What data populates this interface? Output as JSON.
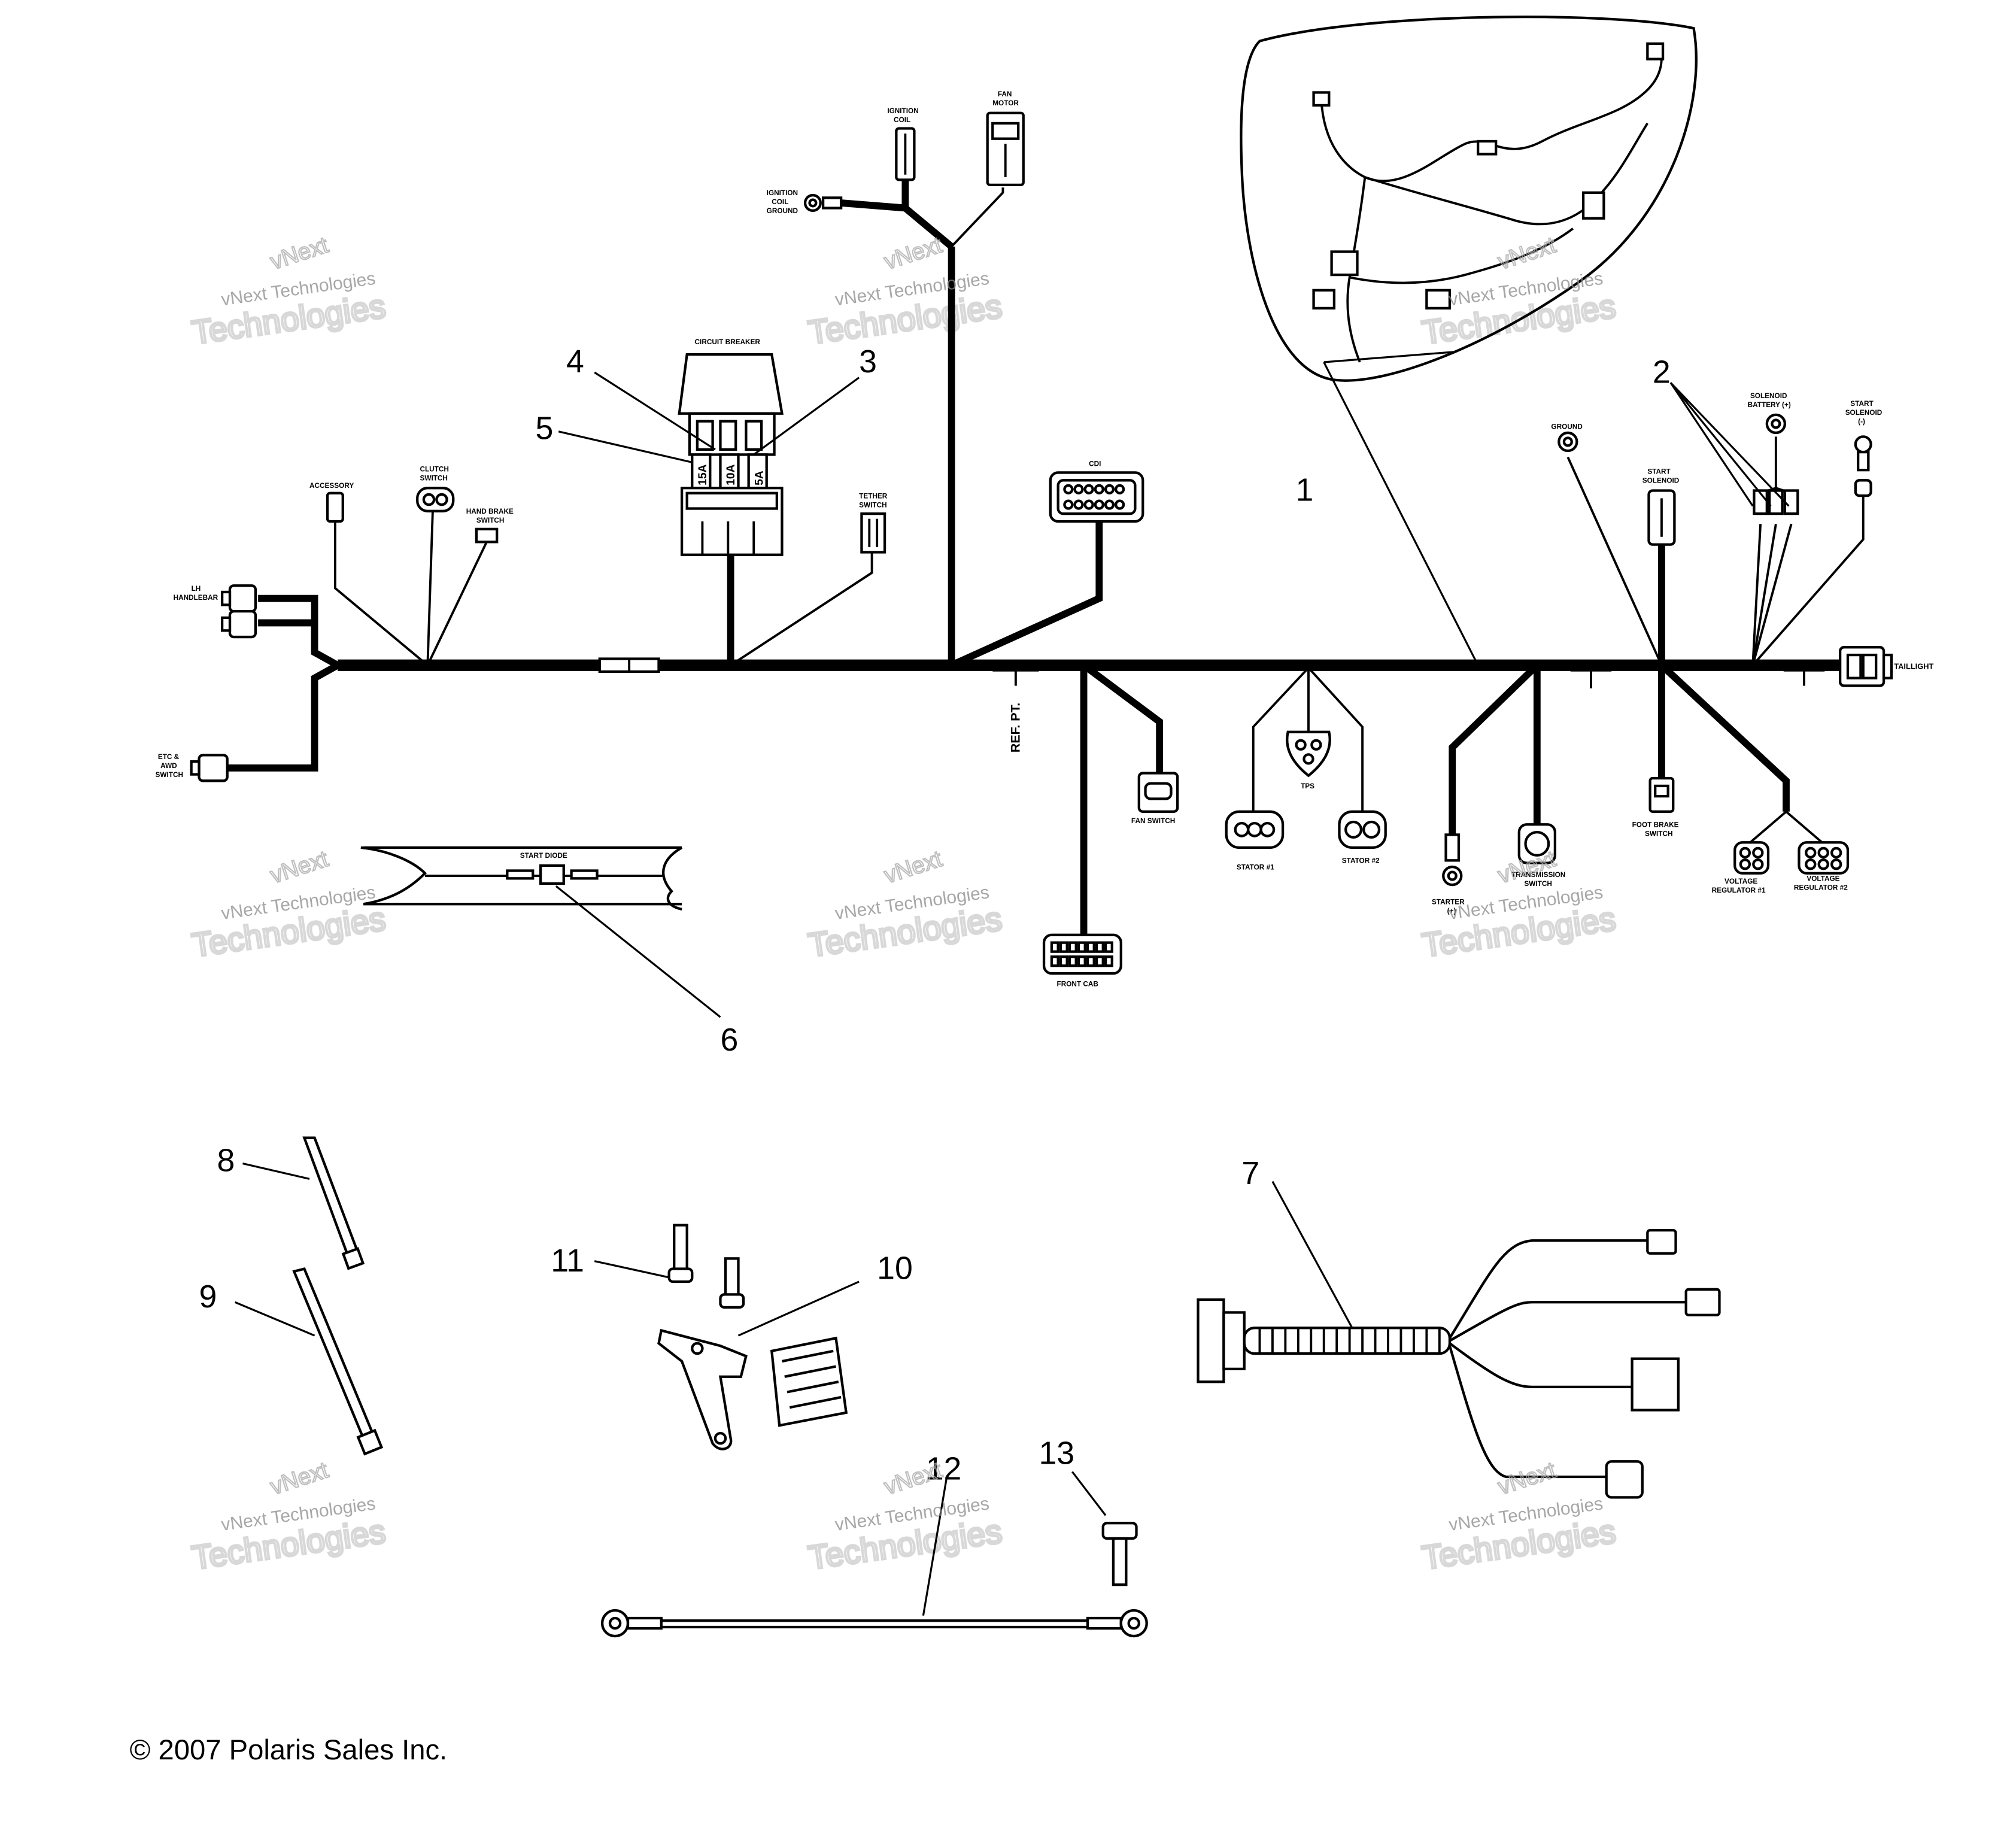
{
  "callouts": {
    "c1": "1",
    "c2": "2",
    "c3": "3",
    "c4": "4",
    "c5": "5",
    "c6": "6",
    "c7": "7",
    "c8": "8",
    "c9": "9",
    "c10": "10",
    "c11": "11",
    "c12": "12",
    "c13": "13"
  },
  "connector_labels": {
    "ignition_coil": [
      "IGNITION",
      "COIL"
    ],
    "fan_motor": [
      "FAN",
      "MOTOR"
    ],
    "ignition_coil_ground": [
      "IGNITION",
      "COIL",
      "GROUND"
    ],
    "circuit_breaker": "CIRCUIT BREAKER",
    "tether_switch": [
      "TETHER",
      "SWITCH"
    ],
    "accessory": "ACCESSORY",
    "clutch_switch": [
      "CLUTCH",
      "SWITCH"
    ],
    "hand_brake_switch": [
      "HAND BRAKE",
      "SWITCH"
    ],
    "lh_handlebar": [
      "LH",
      "HANDLEBAR"
    ],
    "etc_awd_switch": [
      "ETC &",
      "AWD",
      "SWITCH"
    ],
    "cdi": "CDI",
    "ground": "GROUND",
    "start_solenoid": [
      "START",
      "SOLENOID"
    ],
    "solenoid_battery": [
      "SOLENOID",
      "BATTERY (+)"
    ],
    "start_solenoid_neg": [
      "START",
      "SOLENOID",
      "(-)"
    ],
    "taillight": "TAILLIGHT",
    "ref_pt": "REF. PT.",
    "fan_switch": "FAN SWITCH",
    "tps": "TPS",
    "stator_1": "STATOR #1",
    "stator_2": "STATOR #2",
    "starter": [
      "STARTER",
      "(+)"
    ],
    "transmission_switch": [
      "TRANSMISSION",
      "SWITCH"
    ],
    "foot_brake_switch": [
      "FOOT BRAKE",
      "SWITCH"
    ],
    "voltage_regulator_1": [
      "VOLTAGE",
      "REGULATOR #1"
    ],
    "voltage_regulator_2": [
      "VOLTAGE",
      "REGULATOR #2"
    ],
    "front_cab": "FRONT CAB",
    "start_diode": "START DIODE"
  },
  "fuses": [
    "15A",
    "10A",
    "5A"
  ],
  "watermark": {
    "line1": "vNext Technologies",
    "line2": "vNext",
    "line3": "Technologies"
  },
  "copyright": "© 2007 Polaris Sales Inc."
}
